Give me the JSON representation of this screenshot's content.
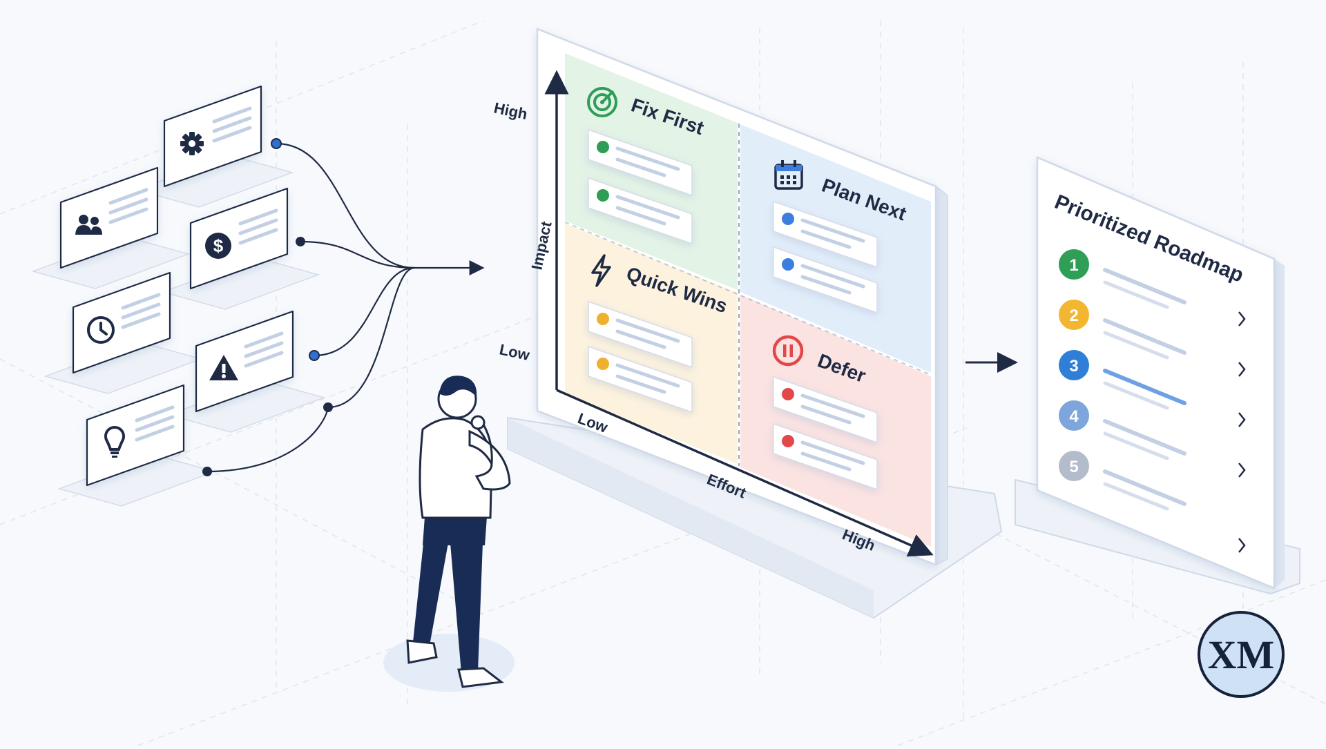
{
  "matrix": {
    "y_axis": {
      "label": "Impact",
      "high": "High",
      "low": "Low"
    },
    "x_axis": {
      "label": "Effort",
      "low": "Low",
      "high": "High"
    },
    "quadrants": {
      "fix_first": {
        "title": "Fix First",
        "icon": "target-icon",
        "color": "#2e9d55",
        "tint": "#e3f3e6"
      },
      "plan_next": {
        "title": "Plan Next",
        "icon": "calendar-icon",
        "color": "#3b7ee0",
        "tint": "#e2edfa"
      },
      "quick_wins": {
        "title": "Quick Wins",
        "icon": "lightning-icon",
        "color": "#efb030",
        "tint": "#fdf2de"
      },
      "defer": {
        "title": "Defer",
        "icon": "pause-icon",
        "color": "#e2474a",
        "tint": "#fbe3e2"
      }
    }
  },
  "inputs": [
    {
      "icon": "gear-icon"
    },
    {
      "icon": "users-icon"
    },
    {
      "icon": "dollar-icon"
    },
    {
      "icon": "clock-icon"
    },
    {
      "icon": "warning-icon"
    },
    {
      "icon": "lightbulb-icon"
    }
  ],
  "roadmap": {
    "title": "Prioritized Roadmap",
    "items": [
      {
        "num": "1",
        "color": "#2f9e57"
      },
      {
        "num": "2",
        "color": "#f2b630"
      },
      {
        "num": "3",
        "color": "#2f7fd8"
      },
      {
        "num": "4",
        "color": "#7ea6dc"
      },
      {
        "num": "5",
        "color": "#b3bccb"
      }
    ]
  },
  "logo": {
    "text": "XM"
  },
  "colors": {
    "ink": "#1f2a44",
    "navy": "#182c55",
    "line": "#c9d4e5"
  }
}
